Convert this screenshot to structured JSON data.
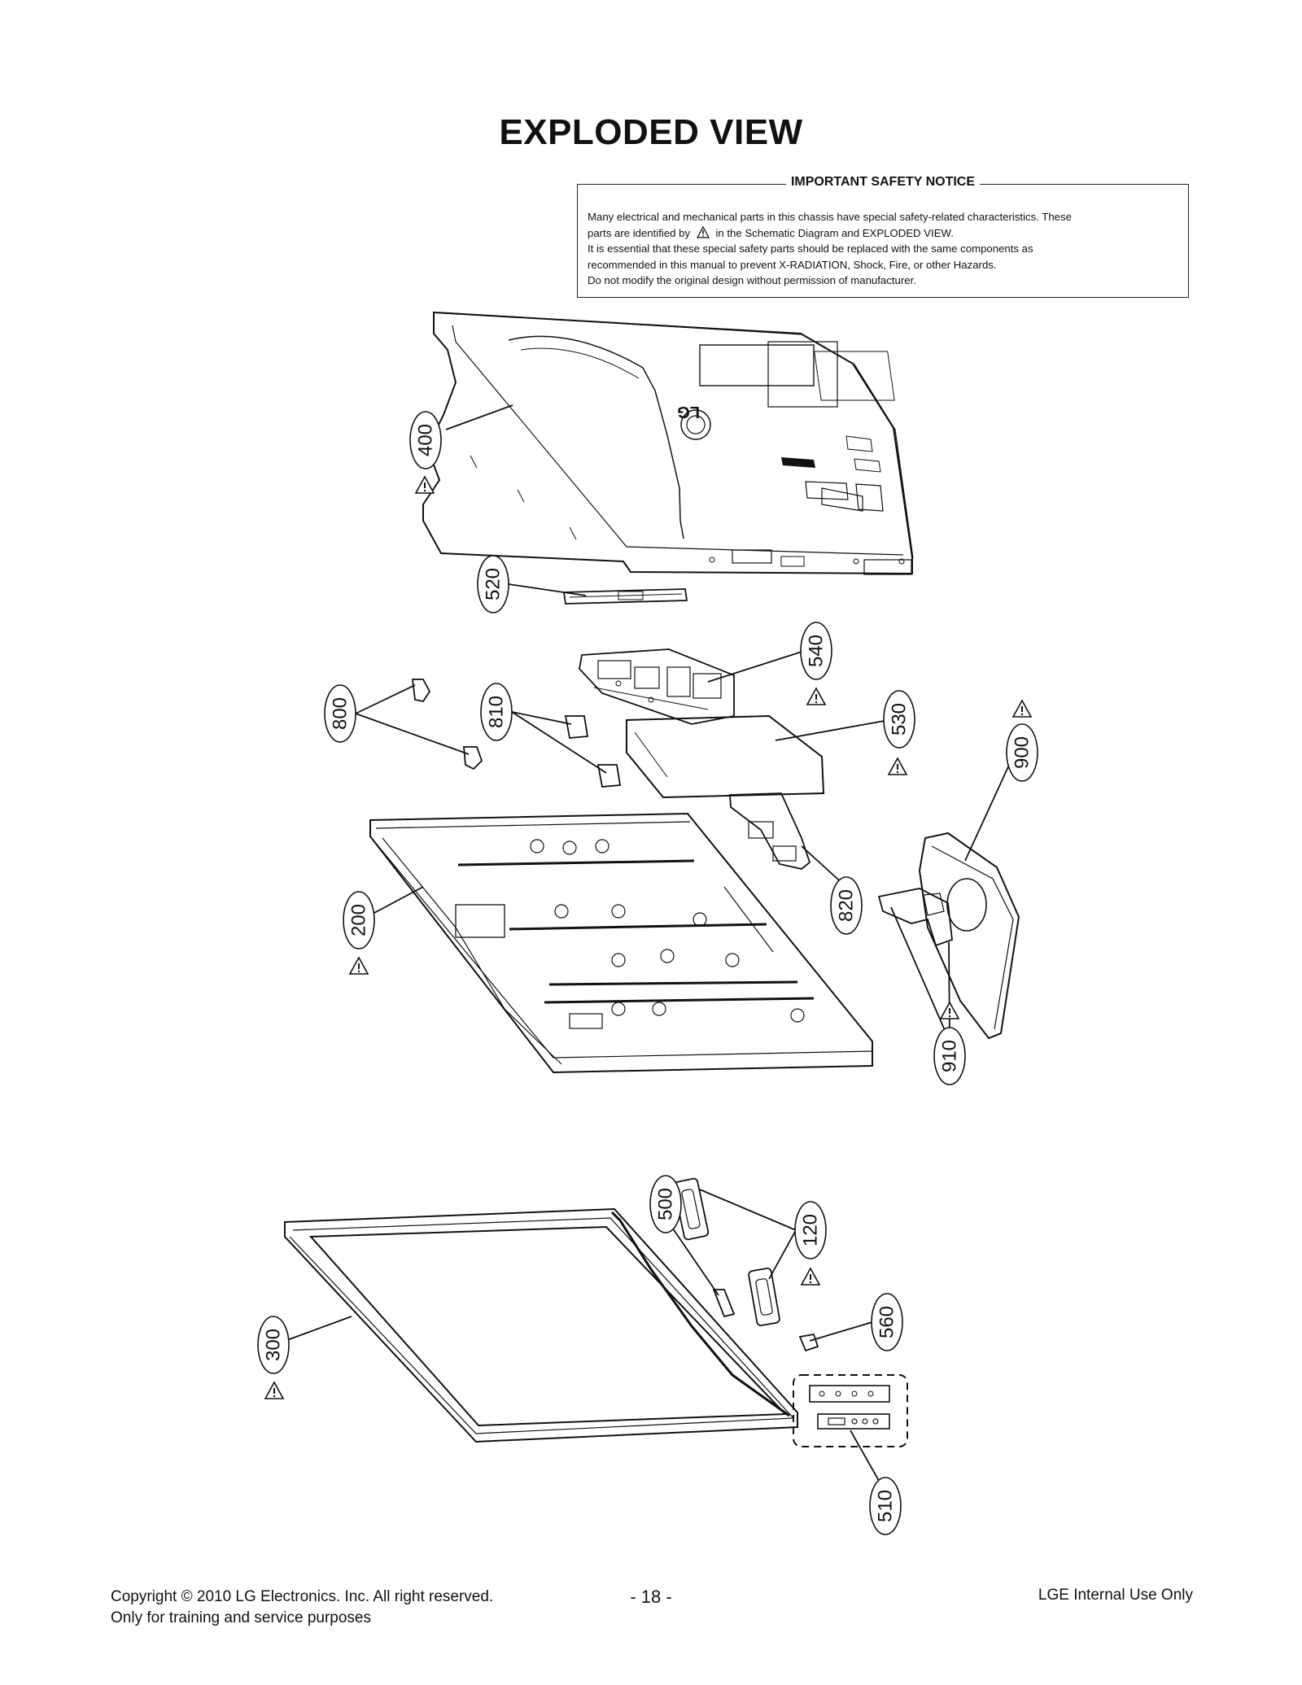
{
  "page": {
    "title": "EXPLODED VIEW"
  },
  "notice": {
    "heading": "IMPORTANT SAFETY NOTICE",
    "line1": "Many electrical and mechanical parts in this chassis have special safety-related characteristics. These",
    "line2_before": "parts are identified by",
    "line2_after": "in the Schematic Diagram and EXPLODED VIEW.",
    "line3": "It is essential that these special safety parts should be replaced with the same components as",
    "line4": "recommended in this manual to prevent X-RADIATION, Shock, Fire, or other Hazards.",
    "line5": "Do not modify the original design without permission of manufacturer."
  },
  "diagram": {
    "logo": "LG",
    "parts": [
      {
        "id": "p400",
        "label": "400"
      },
      {
        "id": "p520",
        "label": "520"
      },
      {
        "id": "p540",
        "label": "540"
      },
      {
        "id": "p800",
        "label": "800"
      },
      {
        "id": "p810",
        "label": "810"
      },
      {
        "id": "p530",
        "label": "530"
      },
      {
        "id": "p900",
        "label": "900"
      },
      {
        "id": "p200",
        "label": "200"
      },
      {
        "id": "p820",
        "label": "820"
      },
      {
        "id": "p910",
        "label": "910"
      },
      {
        "id": "p500",
        "label": "500"
      },
      {
        "id": "p120",
        "label": "120"
      },
      {
        "id": "p300",
        "label": "300"
      },
      {
        "id": "p560",
        "label": "560"
      },
      {
        "id": "p510",
        "label": "510"
      }
    ]
  },
  "footer": {
    "copyright": "Copyright  © 2010 LG Electronics. Inc. All right reserved.",
    "purpose": "Only for training and service purposes",
    "page_number": "- 18 -",
    "internal": "LGE Internal Use Only"
  }
}
